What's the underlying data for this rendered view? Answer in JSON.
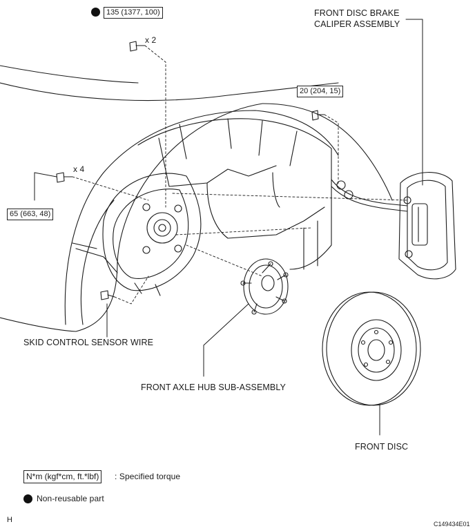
{
  "callouts": {
    "caliper_line1": "FRONT DISC BRAKE",
    "caliper_line2": "CALIPER ASSEMBLY",
    "sensor_wire": "SKID CONTROL SENSOR WIRE",
    "axle_hub": "FRONT AXLE HUB SUB-ASSEMBLY",
    "front_disc": "FRONT DISC"
  },
  "torques": {
    "top_bolt": "135 (1377, 100)",
    "top_bolt_qty": "x 2",
    "clip_bolt": "20 (204, 15)",
    "left_bolt": "65 (663, 48)",
    "left_bolt_qty": "x 4"
  },
  "legend": {
    "torque_unit": "N*m (kgf*cm, ft.*lbf)",
    "torque_desc": ": Specified torque",
    "nonreusable_desc": "Non-reusable part"
  },
  "footer": {
    "corner_letter": "H",
    "figure_code": "C149434E01"
  },
  "colors": {
    "ink": "#1a1a1a",
    "background": "#ffffff"
  }
}
